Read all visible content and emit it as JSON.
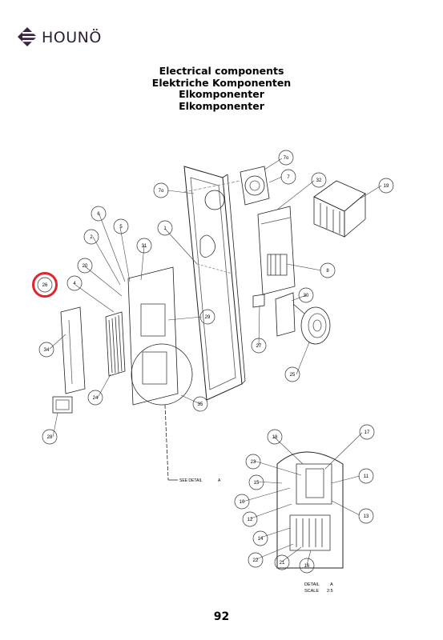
{
  "brand": {
    "name": "HOUNÖ",
    "logo_icon": "houno-logo-icon"
  },
  "titles": {
    "en": "Electrical components",
    "de": "Elektriche Komponenten",
    "da": "Elkomponenter",
    "sv": "Elkomponenter"
  },
  "callouts": [
    "7o",
    "7",
    "32",
    "19",
    "7o",
    "6",
    "5",
    "2",
    "1",
    "31",
    "20",
    "8",
    "26",
    "4",
    "30",
    "29",
    "34",
    "27",
    "25",
    "24",
    "35",
    "28",
    "18",
    "17",
    "23",
    "15",
    "11",
    "10",
    "12",
    "13",
    "14",
    "22",
    "21",
    "16"
  ],
  "highlighted_callout": "26",
  "highlight_color": "#e0252b",
  "see_detail": {
    "label": "SEE DETAIL",
    "ref": "A"
  },
  "detail_caption": {
    "detail_label": "DETAIL",
    "detail_ref": "A",
    "scale_label": "SCALE",
    "scale_value": "2:5"
  },
  "page_number": "92"
}
